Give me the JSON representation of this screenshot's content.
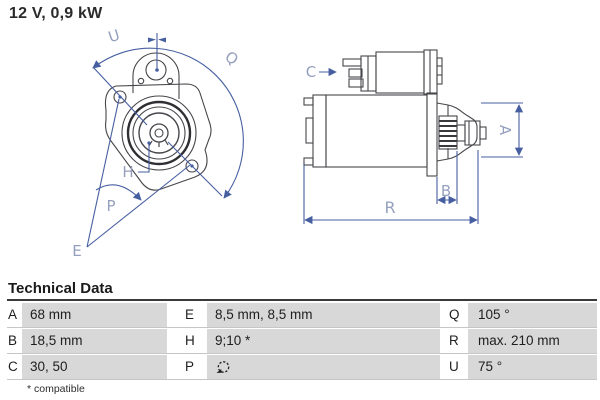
{
  "title": "12 V, 0,9 kW",
  "diagram": {
    "description": "starter motor technical drawing, front view and side view",
    "front_labels": {
      "U": "U",
      "Q": "Q",
      "P": "P",
      "H": "H",
      "E": "E"
    },
    "side_labels": {
      "C": "C",
      "A": "A",
      "B": "B",
      "R": "R"
    },
    "colors": {
      "outline": "#46464b",
      "dimension_line": "#465fa0",
      "dimension_label": "#96a0be"
    }
  },
  "table": {
    "heading": "Technical Data",
    "footnote": "* compatible",
    "cell_background": "#d8d8d8",
    "rows": [
      [
        {
          "key": "A",
          "value": "68 mm"
        },
        {
          "key": "E",
          "value": "8,5 mm, 8,5 mm"
        },
        {
          "key": "Q",
          "value": "105 °"
        }
      ],
      [
        {
          "key": "B",
          "value": "18,5 mm"
        },
        {
          "key": "H",
          "value": "9;10 *"
        },
        {
          "key": "R",
          "value": "max. 210 mm"
        }
      ],
      [
        {
          "key": "C",
          "value": "30, 50"
        },
        {
          "key": "P",
          "value": "",
          "icon": "rotation-direction-icon"
        },
        {
          "key": "U",
          "value": "75 °"
        }
      ]
    ]
  }
}
